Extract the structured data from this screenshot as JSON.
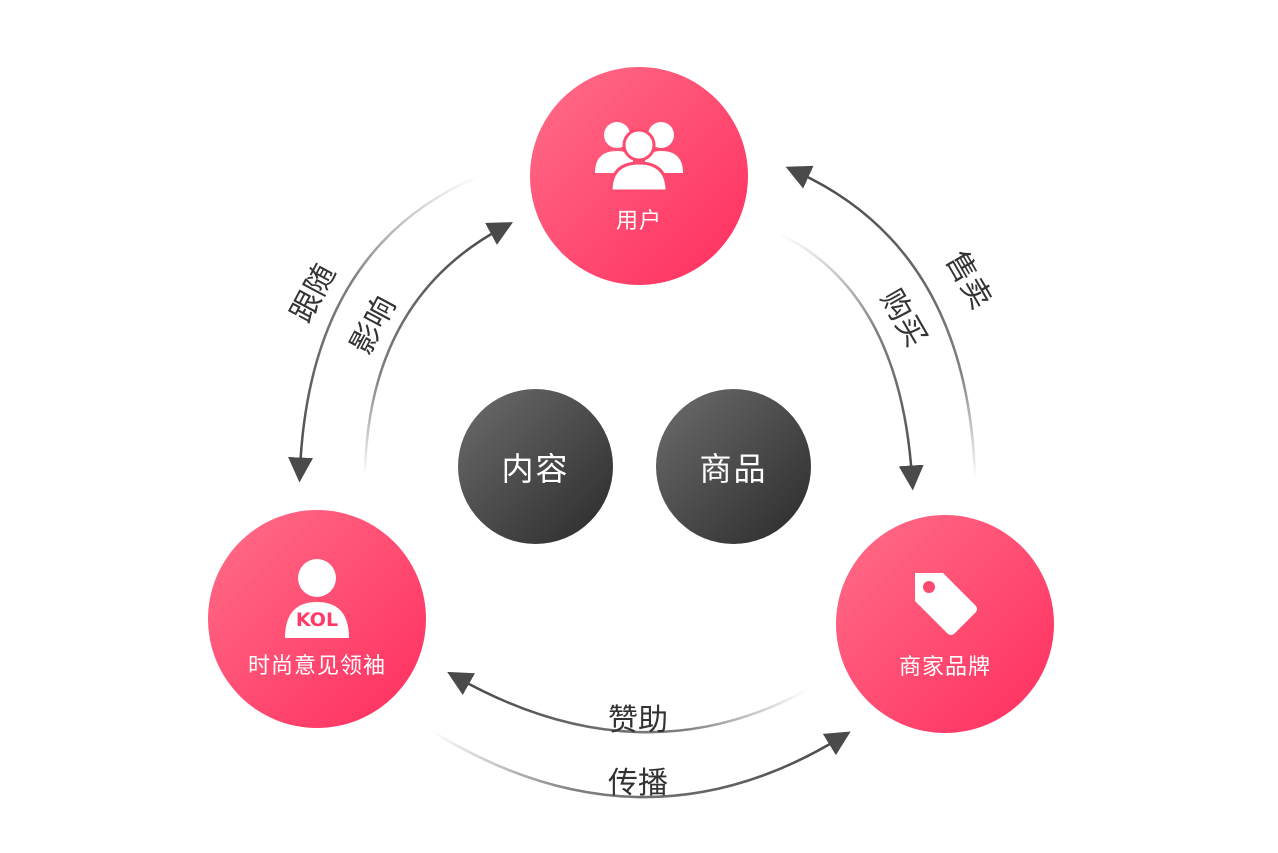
{
  "nodes": {
    "user": {
      "label": "用户",
      "icon": "users-icon",
      "color": "#ff3a66"
    },
    "kol": {
      "label": "时尚意见领袖",
      "icon": "person-kol-icon",
      "badge": "KOL",
      "color": "#ff3a66"
    },
    "brand": {
      "label": "商家品牌",
      "icon": "price-tag-icon",
      "color": "#ff3a66"
    }
  },
  "center": {
    "content": "内容",
    "goods": "商品"
  },
  "edges": {
    "follow": "跟随",
    "influence": "影响",
    "sell": "售卖",
    "buy": "购买",
    "sponsor": "赞助",
    "spread": "传播"
  },
  "colors": {
    "pink_start": "#ff6e88",
    "pink_end": "#ff2d5e",
    "dark_start": "#6d6d6d",
    "dark_end": "#2a2a2a",
    "arrow": "#4a4a4a"
  }
}
